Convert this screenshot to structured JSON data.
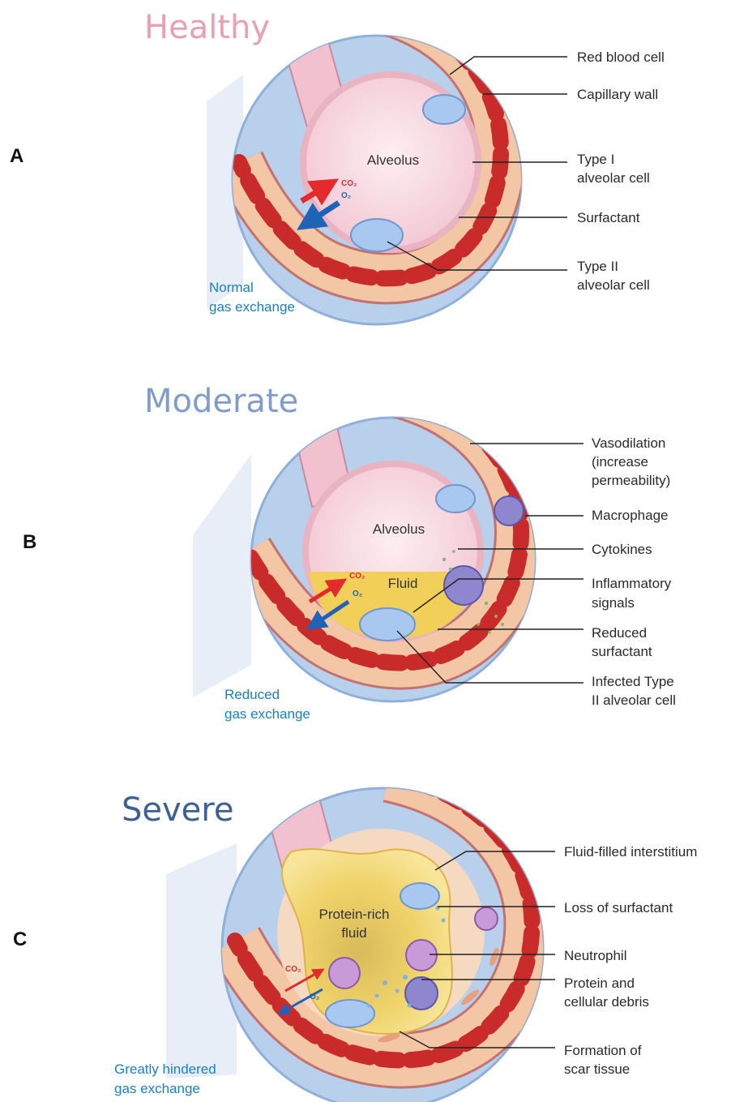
{
  "colors": {
    "healthy_title": "#e8a0b4",
    "moderate_title": "#7f9ccb",
    "severe_title": "#3d5f96",
    "lens_fill": "#b9d0ec",
    "lens_stroke": "#8fb0d8",
    "vessel_wall": "#f3c6a6",
    "red_cell": "#c92a2a",
    "alveolus": "#f6d6df",
    "fluid": "#f1cf59",
    "protein_fluid": "#f0d36a",
    "co2_arrow": "#e32b2b",
    "o2_arrow": "#1f63b8",
    "gas_text": "#1a7fc4"
  },
  "panels": [
    {
      "letter": "A",
      "title": "Healthy",
      "inner_labels": [
        "Alveolus"
      ],
      "gas": {
        "co2": "CO₂",
        "o2": "O₂",
        "caption": [
          "Normal",
          "gas exchange"
        ]
      },
      "callouts": [
        {
          "lines": [
            "Red blood cell"
          ]
        },
        {
          "lines": [
            "Capillary wall"
          ]
        },
        {
          "lines": [
            "Type I",
            "alveolar cell"
          ]
        },
        {
          "lines": [
            "Surfactant"
          ]
        },
        {
          "lines": [
            "Type II",
            "alveolar cell"
          ]
        }
      ]
    },
    {
      "letter": "B",
      "title": "Moderate",
      "inner_labels": [
        "Alveolus",
        "Fluid"
      ],
      "gas": {
        "co2": "CO₂",
        "o2": "O₂",
        "caption": [
          "Reduced",
          "gas exchange"
        ]
      },
      "callouts": [
        {
          "lines": [
            "Vasodilation",
            "(increase",
            "permeability)"
          ]
        },
        {
          "lines": [
            "Macrophage"
          ]
        },
        {
          "lines": [
            "Cytokines"
          ]
        },
        {
          "lines": [
            "Inflammatory",
            "signals"
          ]
        },
        {
          "lines": [
            "Reduced",
            "surfactant"
          ]
        },
        {
          "lines": [
            "Infected Type",
            "II alveolar cell"
          ]
        }
      ]
    },
    {
      "letter": "C",
      "title": "Severe",
      "inner_labels": [
        "Protein-rich",
        "fluid"
      ],
      "gas": {
        "co2": "CO₂",
        "o2": "O₂",
        "caption": [
          "Greatly hindered",
          "gas exchange"
        ]
      },
      "callouts": [
        {
          "lines": [
            "Fluid-filled interstitium"
          ]
        },
        {
          "lines": [
            "Loss of surfactant"
          ]
        },
        {
          "lines": [
            "Neutrophil"
          ]
        },
        {
          "lines": [
            "Protein and",
            "cellular debris"
          ]
        },
        {
          "lines": [
            "Formation of",
            "scar tissue"
          ]
        }
      ]
    }
  ]
}
